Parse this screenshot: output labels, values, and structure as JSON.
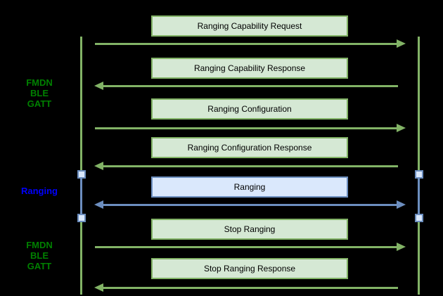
{
  "colors": {
    "bg": "#000000",
    "green-fill": "#d5e8d4",
    "green-stroke": "#82b366",
    "blue-fill": "#dae8fc",
    "blue-stroke": "#6c8ebf",
    "label-green": "#008000",
    "label-blue": "#0000ff",
    "text": "#000000"
  },
  "phases": [
    {
      "id": "fmdn-ble-gatt-top",
      "lines": [
        "FMDN",
        "BLE",
        "GATT"
      ]
    },
    {
      "id": "ranging",
      "label": "Ranging"
    },
    {
      "id": "fmdn-ble-gatt-bottom",
      "lines": [
        "FMDN",
        "BLE",
        "GATT"
      ]
    }
  ],
  "messages": [
    {
      "label": "Ranging Capability Request",
      "direction": "right",
      "phase": "fmdn-ble-gatt"
    },
    {
      "label": "Ranging Capability Response",
      "direction": "left",
      "phase": "fmdn-ble-gatt"
    },
    {
      "label": "Ranging Configuration",
      "direction": "right",
      "phase": "fmdn-ble-gatt"
    },
    {
      "label": "Ranging Configuration Response",
      "direction": "left",
      "phase": "fmdn-ble-gatt"
    },
    {
      "label": "Ranging",
      "direction": "both",
      "phase": "ranging"
    },
    {
      "label": "Stop Ranging",
      "direction": "right",
      "phase": "fmdn-ble-gatt"
    },
    {
      "label": "Stop Ranging Response",
      "direction": "left",
      "phase": "fmdn-ble-gatt"
    }
  ]
}
